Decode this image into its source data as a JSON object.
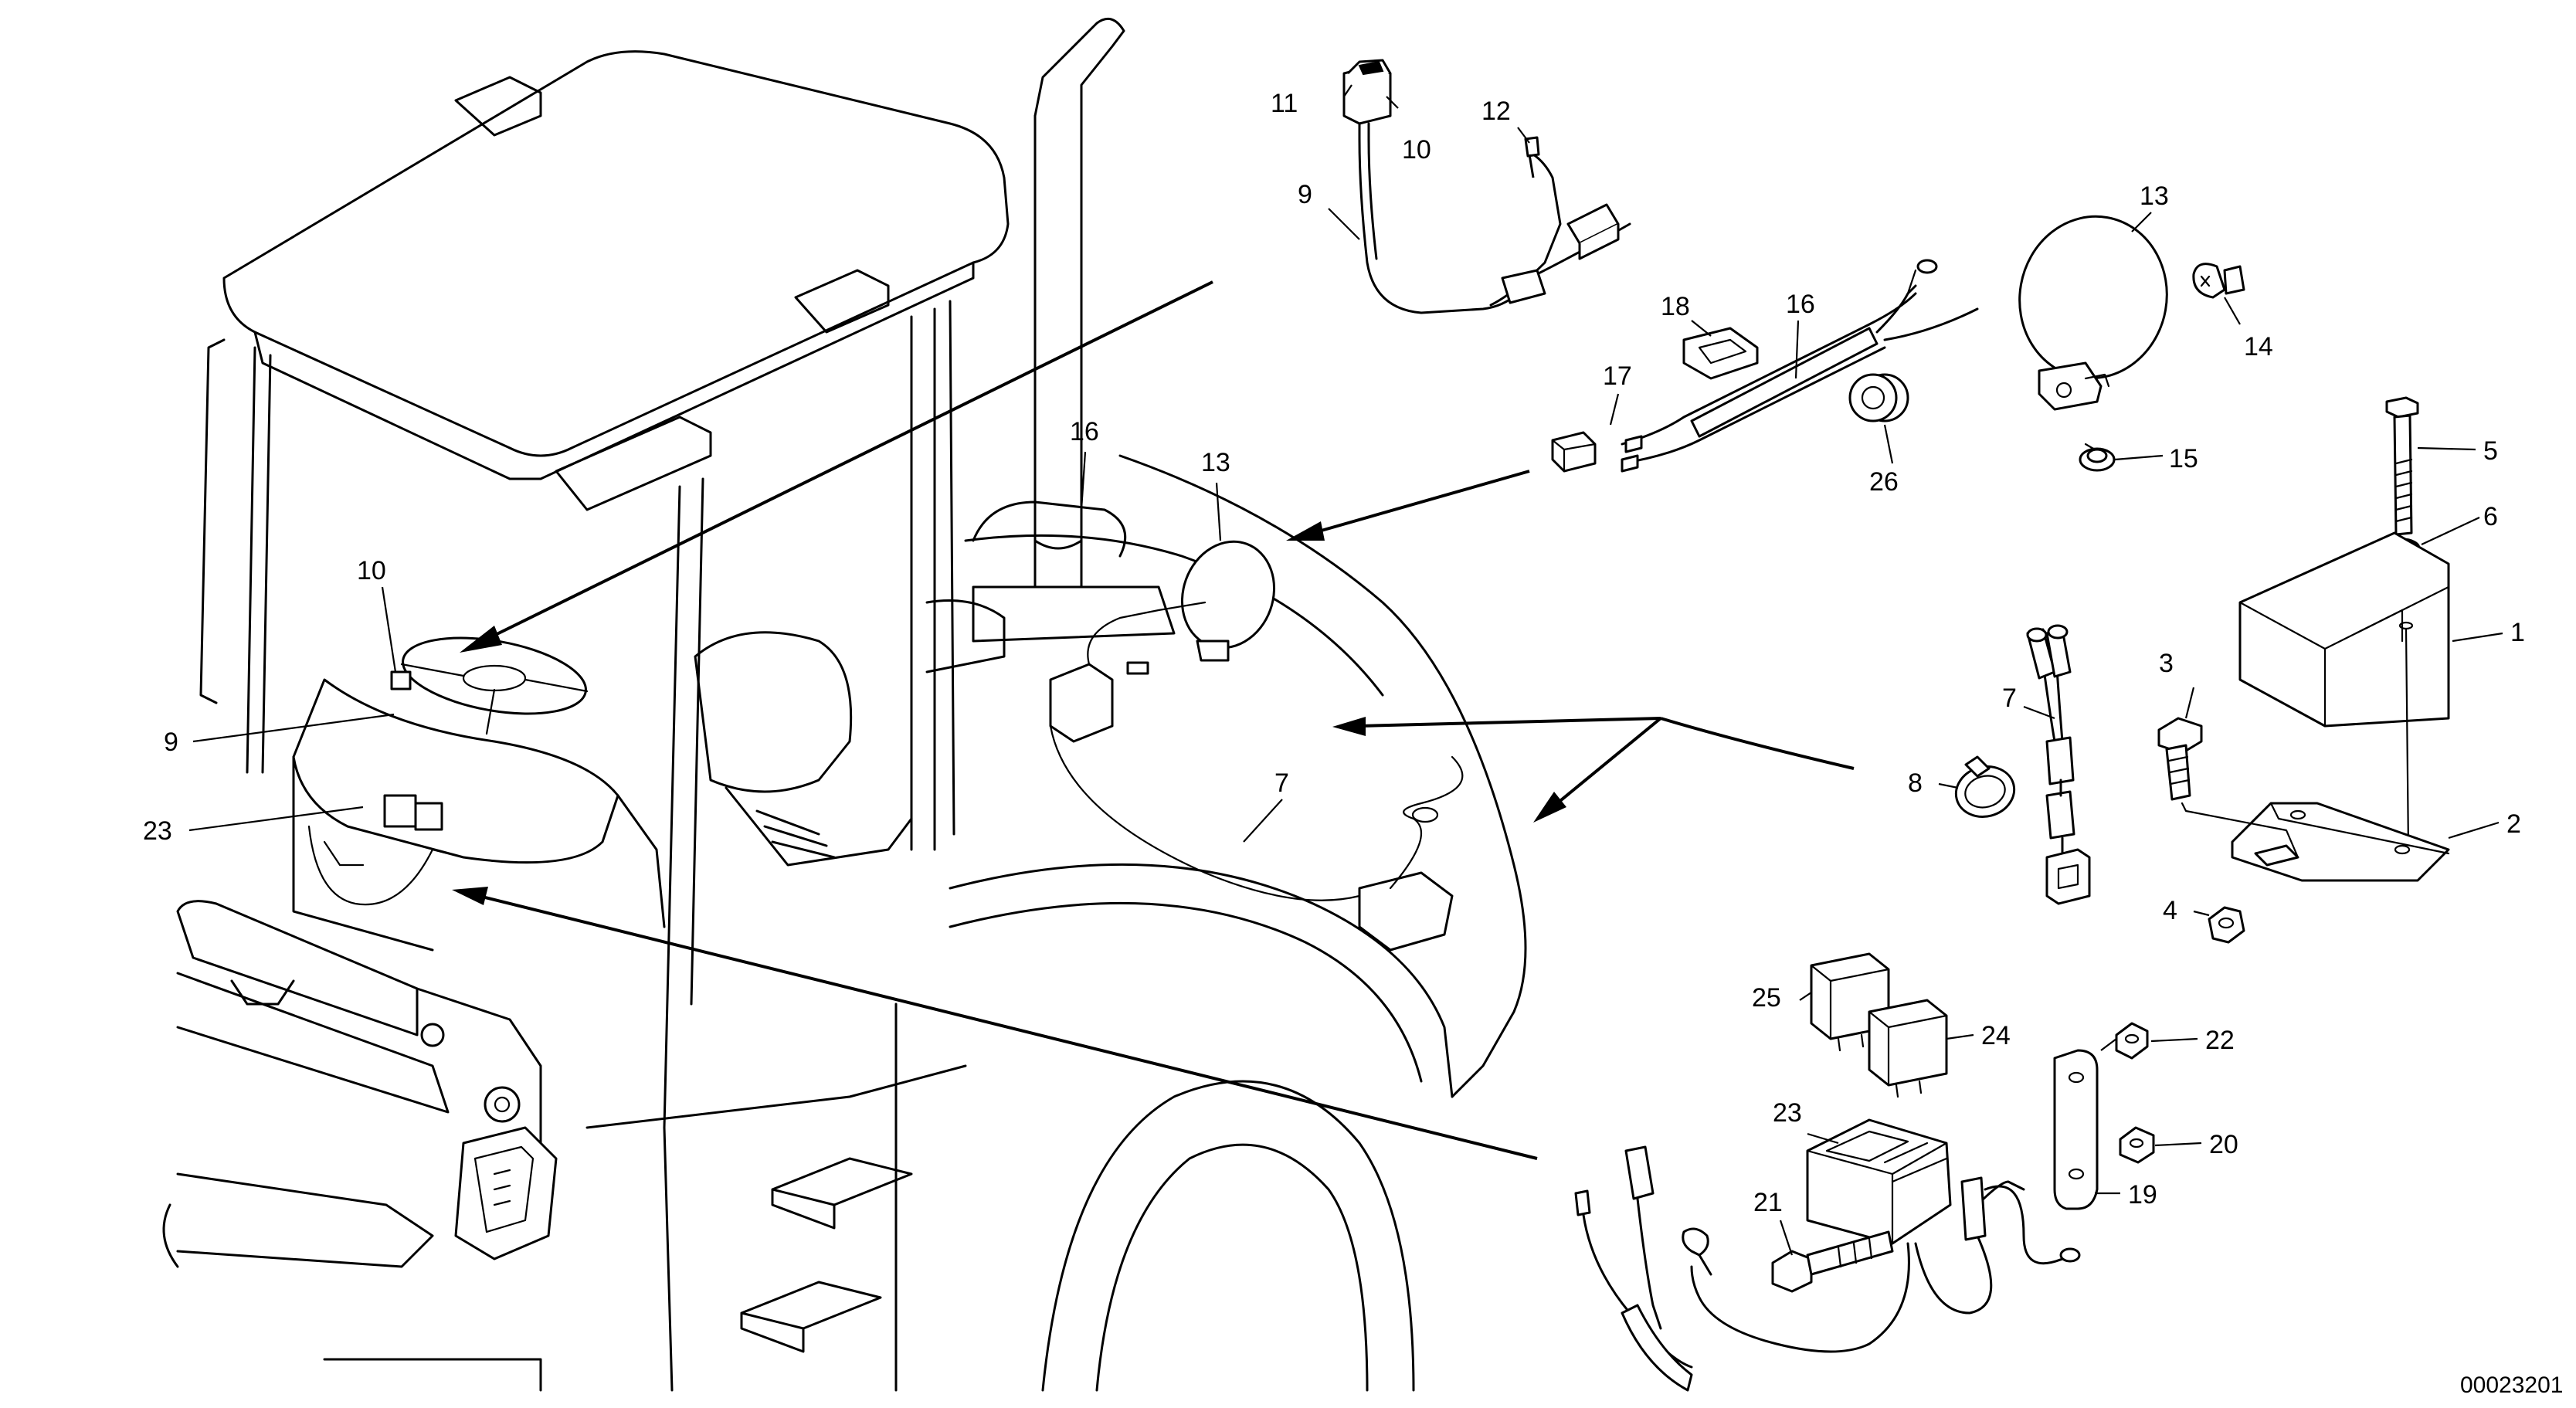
{
  "diagram": {
    "drawing_number": "00023201",
    "callouts": {
      "n1": "1",
      "n2": "2",
      "n3": "3",
      "n4": "4",
      "n5": "5",
      "n6": "6",
      "n7": "7",
      "n8": "8",
      "n9": "9",
      "n10": "10",
      "n11": "11",
      "n12": "12",
      "n13": "13",
      "n14": "14",
      "n15": "15",
      "n16": "16",
      "n17": "17",
      "n18": "18",
      "n19": "19",
      "n20": "20",
      "n21": "21",
      "n22": "22",
      "n23": "23",
      "n24": "24",
      "n25": "25",
      "n26": "26"
    }
  }
}
